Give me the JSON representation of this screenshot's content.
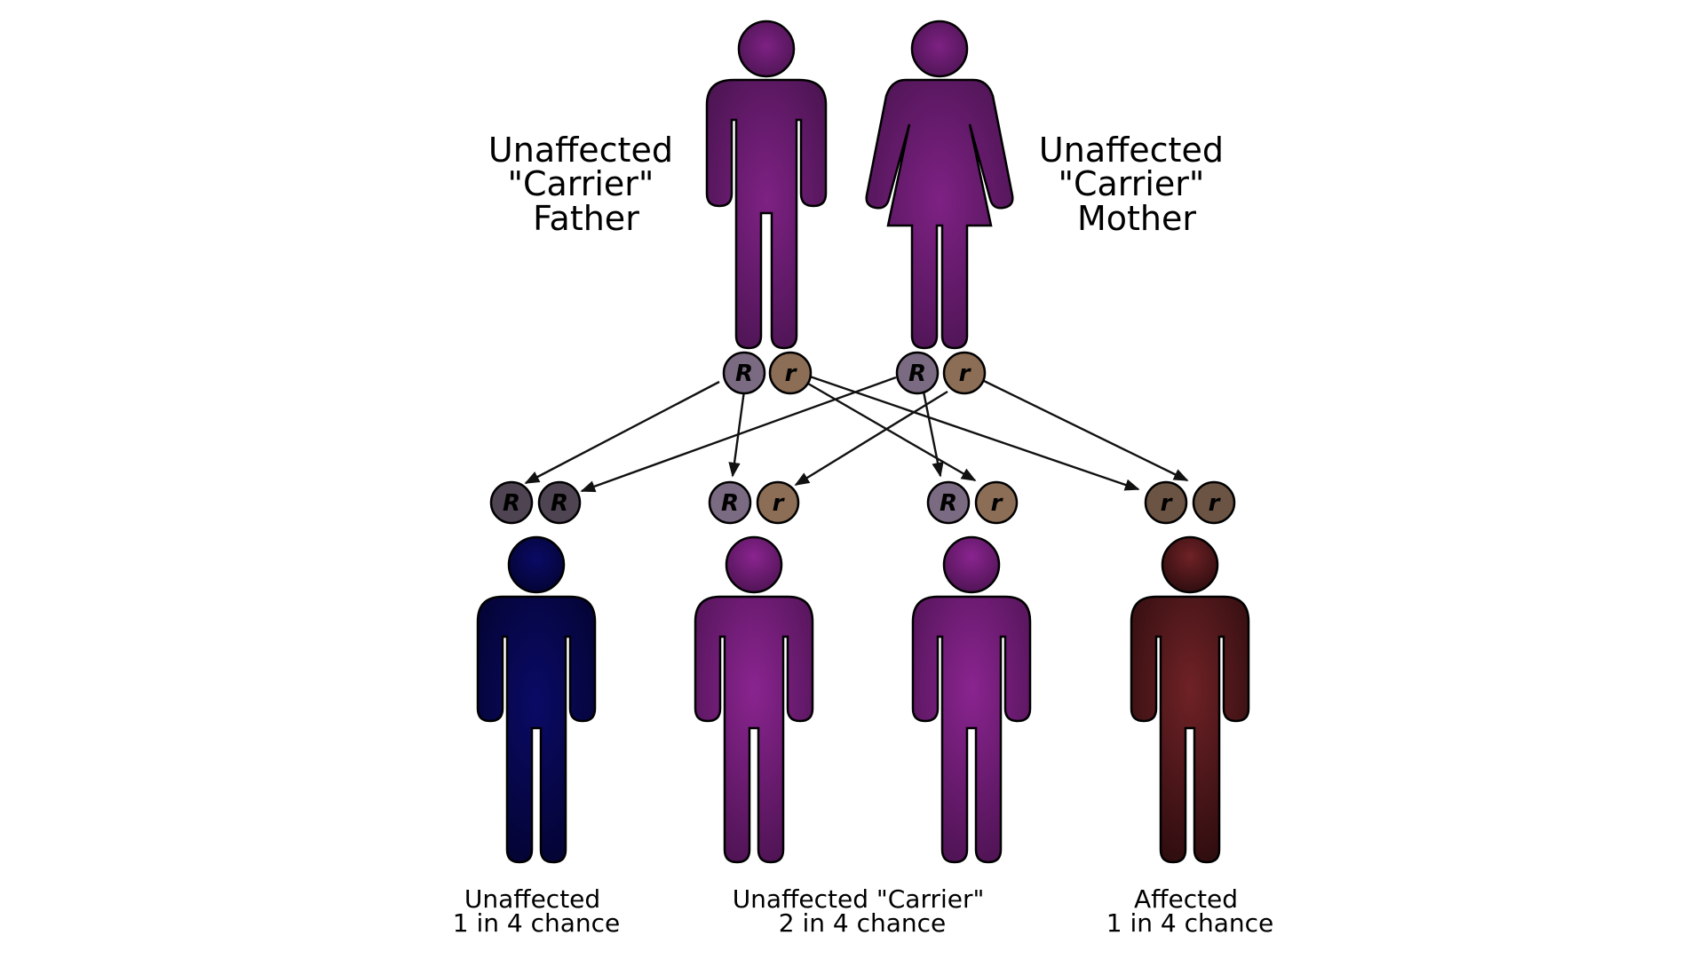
{
  "colors": {
    "parent_body": "#6a1b6f",
    "unaffected_child": "#06064e",
    "carrier_child": "#7a1f80",
    "affected_child": "#5e1b1f",
    "allele_R_parent": "#7b6b82",
    "allele_r_parent": "#8c6e56",
    "allele_R_homozygous": "#4f4452",
    "allele_r_homozygous": "#6b5444"
  },
  "parents": {
    "father": {
      "label_lines": [
        "Unaffected",
        "\"Carrier\"",
        "Father"
      ],
      "alleles": [
        "R",
        "r"
      ],
      "icon": "male-figure-icon"
    },
    "mother": {
      "label_lines": [
        "Unaffected",
        "\"Carrier\"",
        "Mother"
      ],
      "alleles": [
        "R",
        "r"
      ],
      "icon": "female-figure-icon"
    }
  },
  "children": [
    {
      "alleles": [
        "R",
        "R"
      ],
      "status": "unaffected"
    },
    {
      "alleles": [
        "R",
        "r"
      ],
      "status": "carrier"
    },
    {
      "alleles": [
        "R",
        "r"
      ],
      "status": "carrier"
    },
    {
      "alleles": [
        "r",
        "r"
      ],
      "status": "affected"
    }
  ],
  "outcomes": [
    {
      "lines": [
        "Unaffected",
        "1 in 4 chance"
      ]
    },
    {
      "lines": [
        "Unaffected \"Carrier\"",
        "2 in 4 chance"
      ]
    },
    {
      "lines": [
        "Affected",
        "1 in 4 chance"
      ]
    }
  ]
}
